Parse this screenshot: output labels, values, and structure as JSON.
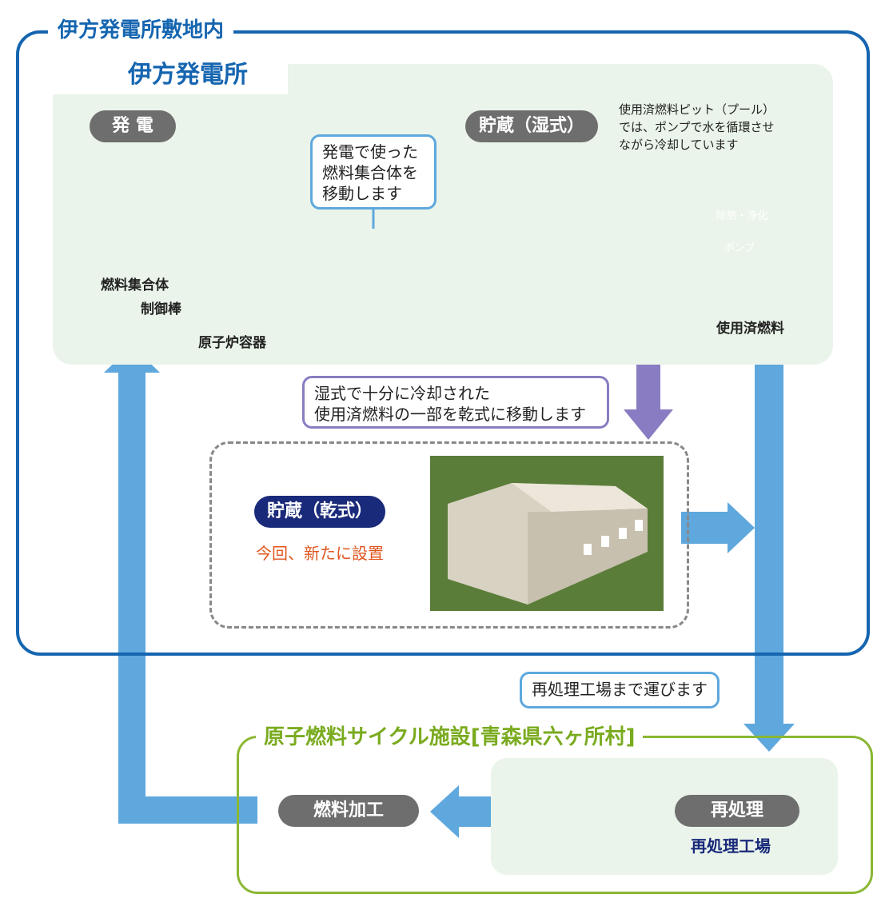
{
  "site_frame": {
    "title": "伊方発電所敷地内"
  },
  "plant": {
    "name": "伊方発電所"
  },
  "generation": {
    "title": "発 電",
    "labels": {
      "fuel_assembly": "燃料集合体",
      "control_rod": "制御棒",
      "reactor_vessel": "原子炉容器"
    }
  },
  "callouts": {
    "move_fuel": "発電で使った\n燃料集合体を\n移動します",
    "to_dry": "湿式で十分に冷却された\n使用済燃料の一部を乾式に移動します",
    "to_reprocessing": "再処理工場まで運びます"
  },
  "wet_storage": {
    "title": "貯蔵（湿式）",
    "note": "使用済燃料ピット（プール）\nでは、ポンプで水を循環させ\nながら冷却しています",
    "heat_removal": "除熱・浄化",
    "pump": "ポンプ",
    "spent_fuel": "使用済燃料"
  },
  "dry_storage": {
    "title": "貯蔵（乾式）",
    "subtitle": "今回、新たに設置"
  },
  "cycle_facility": {
    "title": "原子燃料サイクル施設[青森県六ヶ所村]",
    "fuel_fabrication": "燃料加工",
    "reprocessing": "再処理",
    "reprocessing_plant": "再処理工場"
  },
  "colors": {
    "site_border": "#1565b0",
    "flow_arrow": "#5ea8de",
    "purple_arrow": "#8a7cc2",
    "cycle_border": "#8ab733",
    "panel_fill": "#eaf4ea",
    "dry_pill": "#1a2a7a",
    "new_text": "#e0561e"
  }
}
